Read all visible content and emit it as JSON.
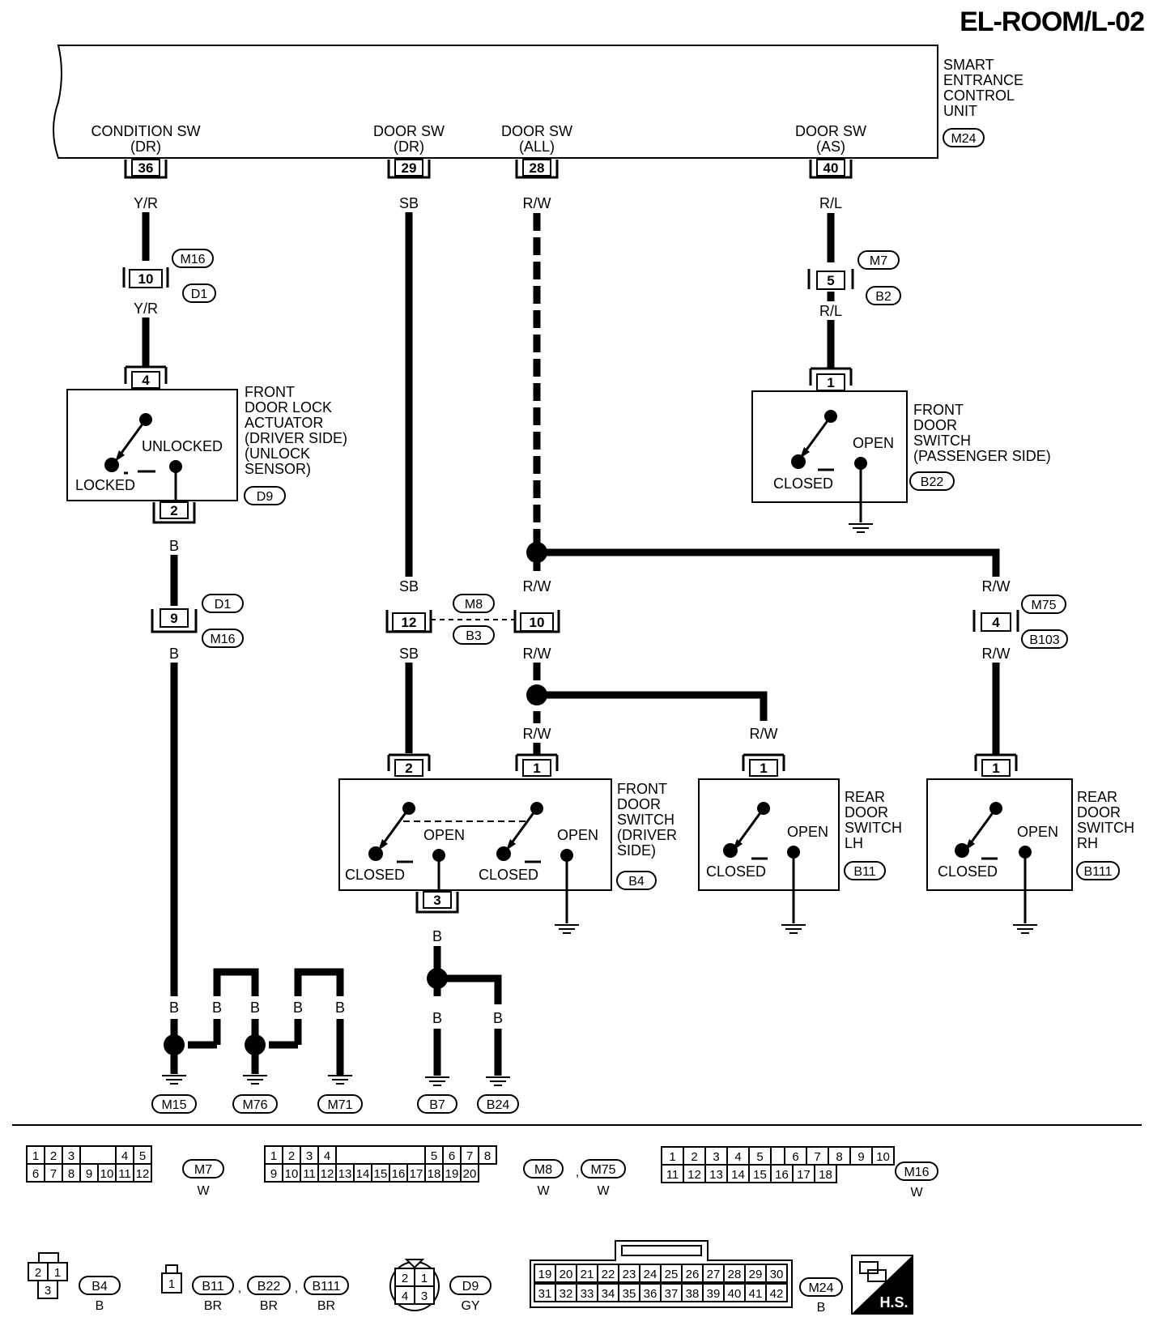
{
  "title": "EL-ROOM/L-02",
  "ecu": {
    "name_lines": [
      "SMART",
      "ENTRANCE",
      "CONTROL",
      "UNIT"
    ],
    "connector": "M24",
    "terminals": [
      {
        "name": "CONDITION SW",
        "sub": "(DR)",
        "pin": "36"
      },
      {
        "name": "DOOR SW",
        "sub": "(DR)",
        "pin": "29"
      },
      {
        "name": "DOOR SW",
        "sub": "(ALL)",
        "pin": "28"
      },
      {
        "name": "DOOR SW",
        "sub": "(AS)",
        "pin": "40"
      }
    ]
  },
  "wires": {
    "yr": "Y/R",
    "sb": "SB",
    "rw": "R/W",
    "rl": "R/L",
    "b": "B"
  },
  "inline_connectors": {
    "m16_d1": {
      "pin": "10",
      "top": "M16",
      "bottom": "D1"
    },
    "m7_b2": {
      "pin": "5",
      "top": "M7",
      "bottom": "B2"
    },
    "d1_m16": {
      "pin": "9",
      "top": "D1",
      "bottom": "M16"
    },
    "m8_b3": {
      "pin_left": "12",
      "pin_right": "10",
      "top": "M8",
      "bottom": "B3"
    },
    "m75_b103": {
      "pin": "4",
      "top": "M75",
      "bottom": "B103"
    }
  },
  "components": {
    "actuator": {
      "lines": [
        "FRONT",
        "DOOR LOCK",
        "ACTUATOR",
        "(DRIVER SIDE)",
        "(UNLOCK",
        " SENSOR)"
      ],
      "connector": "D9",
      "pin_in": "4",
      "pin_out": "2",
      "state_a": "UNLOCKED",
      "state_b": "LOCKED"
    },
    "front_pass": {
      "lines": [
        "FRONT",
        "DOOR",
        "SWITCH",
        "(PASSENGER SIDE)"
      ],
      "connector": "B22",
      "pin": "1",
      "open": "OPEN",
      "closed": "CLOSED"
    },
    "front_drv": {
      "lines": [
        "FRONT",
        "DOOR",
        "SWITCH",
        "(DRIVER",
        " SIDE)"
      ],
      "connector": "B4",
      "pin_a": "2",
      "pin_b": "1",
      "pin_gnd": "3",
      "open": "OPEN",
      "closed": "CLOSED"
    },
    "rear_lh": {
      "lines": [
        "REAR",
        "DOOR",
        "SWITCH",
        "LH"
      ],
      "connector": "B11",
      "pin": "1",
      "open": "OPEN",
      "closed": "CLOSED"
    },
    "rear_rh": {
      "lines": [
        "REAR",
        "DOOR",
        "SWITCH",
        "RH"
      ],
      "connector": "B111",
      "pin": "1",
      "open": "OPEN",
      "closed": "CLOSED"
    }
  },
  "grounds": [
    "M15",
    "M76",
    "M71",
    "B7",
    "B24"
  ],
  "connector_views": {
    "m7": {
      "top": [
        "1",
        "2",
        "3",
        "",
        "4",
        "5"
      ],
      "bottom": [
        "6",
        "7",
        "8",
        "9",
        "10",
        "11",
        "12"
      ],
      "labels": [
        "M7"
      ],
      "color": "W"
    },
    "m8": {
      "top": [
        "1",
        "2",
        "3",
        "4",
        "",
        "5",
        "6",
        "7",
        "8"
      ],
      "bottom": [
        "9",
        "10",
        "11",
        "12",
        "13",
        "14",
        "15",
        "16",
        "17",
        "18",
        "19",
        "20"
      ],
      "labels": [
        "M8",
        "M75"
      ],
      "color": "W"
    },
    "m16": {
      "top": [
        "1",
        "2",
        "3",
        "4",
        "5",
        "",
        "6",
        "7",
        "8",
        "9",
        "10"
      ],
      "bottom": [
        "11",
        "12",
        "13",
        "14",
        "15",
        "16",
        "17",
        "18"
      ],
      "labels": [
        "M16"
      ],
      "color": "W"
    },
    "b4": {
      "pins": [
        "2",
        "1",
        "3"
      ],
      "labels": [
        "B4"
      ],
      "color": "B"
    },
    "b11": {
      "pins": [
        "1"
      ],
      "labels": [
        "B11",
        "B22",
        "B111"
      ],
      "colors": [
        "BR",
        "BR",
        "BR"
      ]
    },
    "d9": {
      "pins": [
        "2",
        "1",
        "4",
        "3"
      ],
      "labels": [
        "D9"
      ],
      "color": "GY"
    },
    "m24": {
      "top": [
        "19",
        "20",
        "21",
        "22",
        "23",
        "24",
        "25",
        "26",
        "27",
        "28",
        "29",
        "30"
      ],
      "bottom": [
        "31",
        "32",
        "33",
        "34",
        "35",
        "36",
        "37",
        "38",
        "39",
        "40",
        "41",
        "42"
      ],
      "labels": [
        "M24"
      ],
      "color": "B"
    },
    "hs": "H.S."
  }
}
